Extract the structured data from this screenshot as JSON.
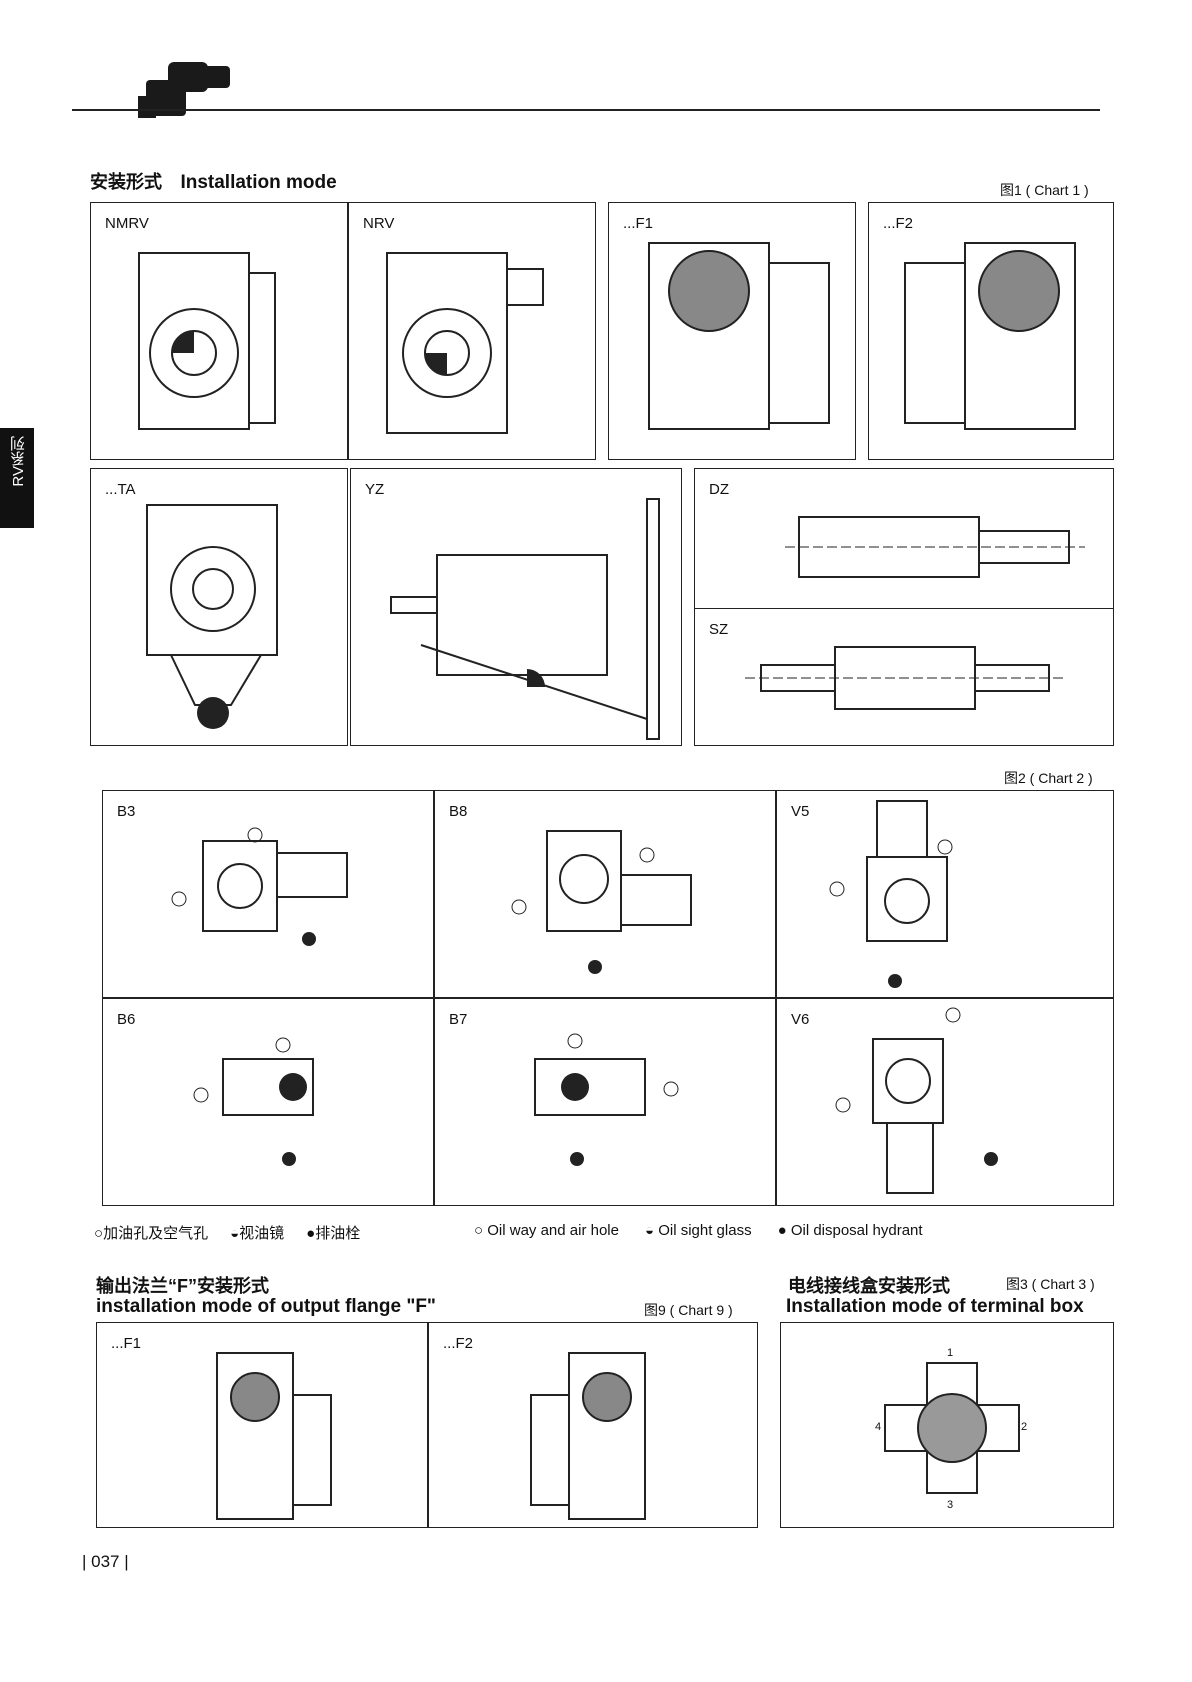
{
  "side_tab": "RV系列",
  "section1": {
    "title_cn": "安装形式",
    "title_en": "Installation mode",
    "chart_ref": "图1 ( Chart 1 )",
    "panels": [
      "NMRV",
      "NRV",
      "...F1",
      "...F2",
      "...TA",
      "YZ",
      "DZ",
      "SZ"
    ]
  },
  "section2": {
    "chart_ref": "图2 ( Chart 2 )",
    "panels": [
      "B3",
      "B8",
      "V5",
      "B6",
      "B7",
      "V6"
    ]
  },
  "legend": {
    "cn": [
      "加油孔及空气孔",
      "视油镜",
      "排油栓"
    ],
    "en": [
      "Oil way and air hole",
      "Oil sight glass",
      "Oil disposal hydrant"
    ]
  },
  "section3": {
    "title_cn": "输出法兰“F”安装形式",
    "title_en": "installation mode of output flange \"F\"",
    "chart_ref": "图9 ( Chart 9 )",
    "panels": [
      "...F1",
      "...F2"
    ]
  },
  "section4": {
    "title_cn": "电线接线盒安装形式",
    "title_en": "Installation mode of terminal box",
    "chart_ref": "图3 ( Chart 3 )",
    "positions": [
      "1",
      "2",
      "3",
      "4"
    ]
  },
  "page_number": "037"
}
